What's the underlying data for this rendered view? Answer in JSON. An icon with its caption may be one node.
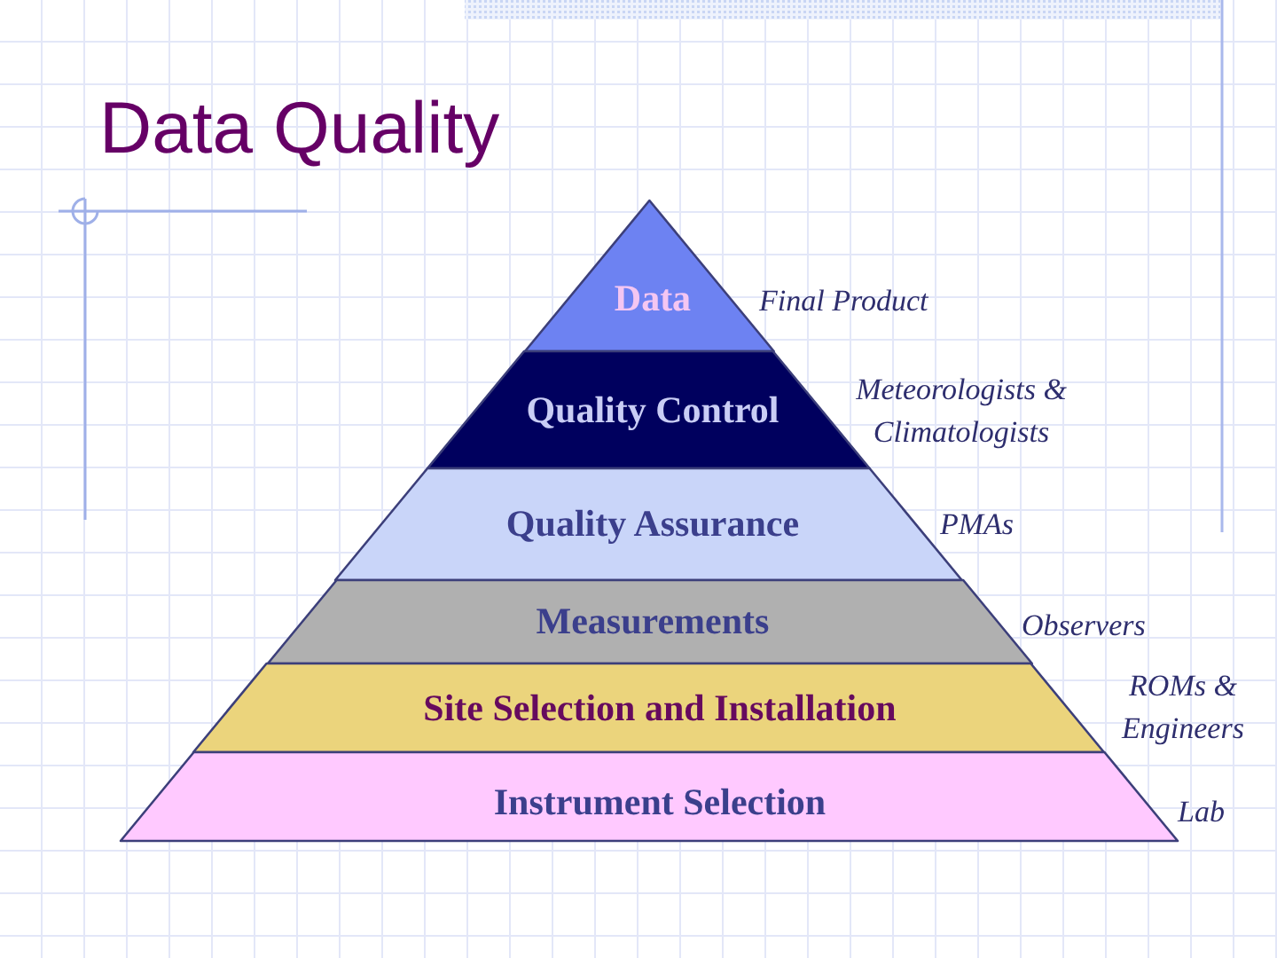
{
  "diagram": {
    "title": "Data Quality",
    "nodes": [
      {
        "text": [
          "Data"
        ],
        "beside": [
          "Final Product"
        ]
      },
      {
        "text": [
          "Quality Control"
        ],
        "beside": [
          "Meteorologists & Climatologists"
        ]
      },
      {
        "text": [
          "Quality Assurance"
        ],
        "beside": [
          "PMAs"
        ]
      },
      {
        "text": [
          "Measurements"
        ],
        "beside": [
          "Observers"
        ]
      },
      {
        "text": [
          "Site Selection and Installation"
        ],
        "beside": [
          "ROMs & Engineers"
        ]
      },
      {
        "text": [
          "Instrument Selection"
        ],
        "beside": [
          "Lab"
        ]
      }
    ]
  }
}
